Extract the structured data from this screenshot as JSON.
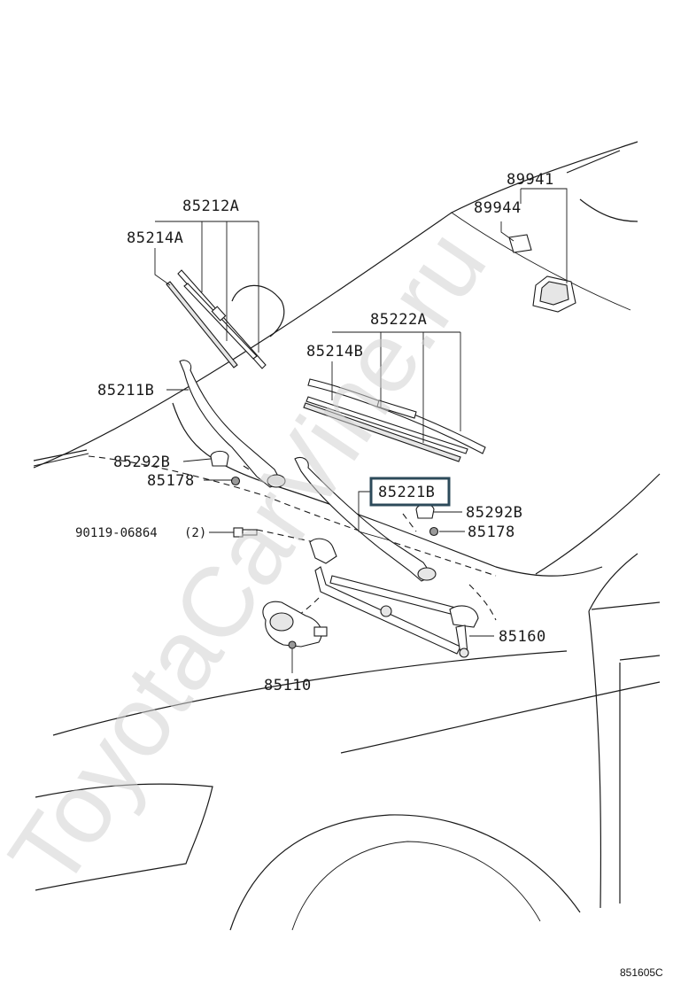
{
  "watermark": "ToyotaCarVine.ru",
  "diagram_code": "851605C",
  "highlighted_part": "85221B",
  "labels": {
    "p89941": "89941",
    "p89944": "89944",
    "p85212A": "85212A",
    "p85214A": "85214A",
    "p85222A": "85222A",
    "p85214B": "85214B",
    "p85211B": "85211B",
    "p85292B_left": "85292B",
    "p85178_left": "85178",
    "p85221B": "85221B",
    "p85292B_right": "85292B",
    "p85178_right": "85178",
    "p90119": "90119-06864",
    "p90119_qty": "(2)",
    "p85160": "85160",
    "p85110": "85110"
  },
  "colors": {
    "line": "#1a1a1a",
    "highlight_box": "#2c4a5a",
    "watermark": "#d2d2d2"
  }
}
